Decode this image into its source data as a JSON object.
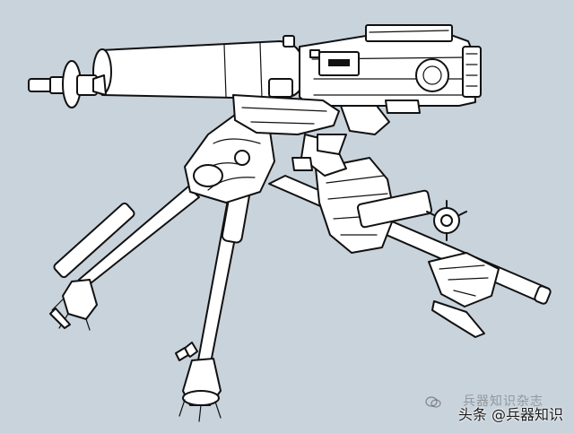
{
  "image": {
    "subject": "machine-gun-on-tripod-line-drawing",
    "background_color": "#c9d3dc",
    "line_color": "#111111"
  },
  "watermark": {
    "line1": "兵器知识杂志",
    "line2": "头条 @兵器知识",
    "icon": "chat-bubble-icon"
  }
}
